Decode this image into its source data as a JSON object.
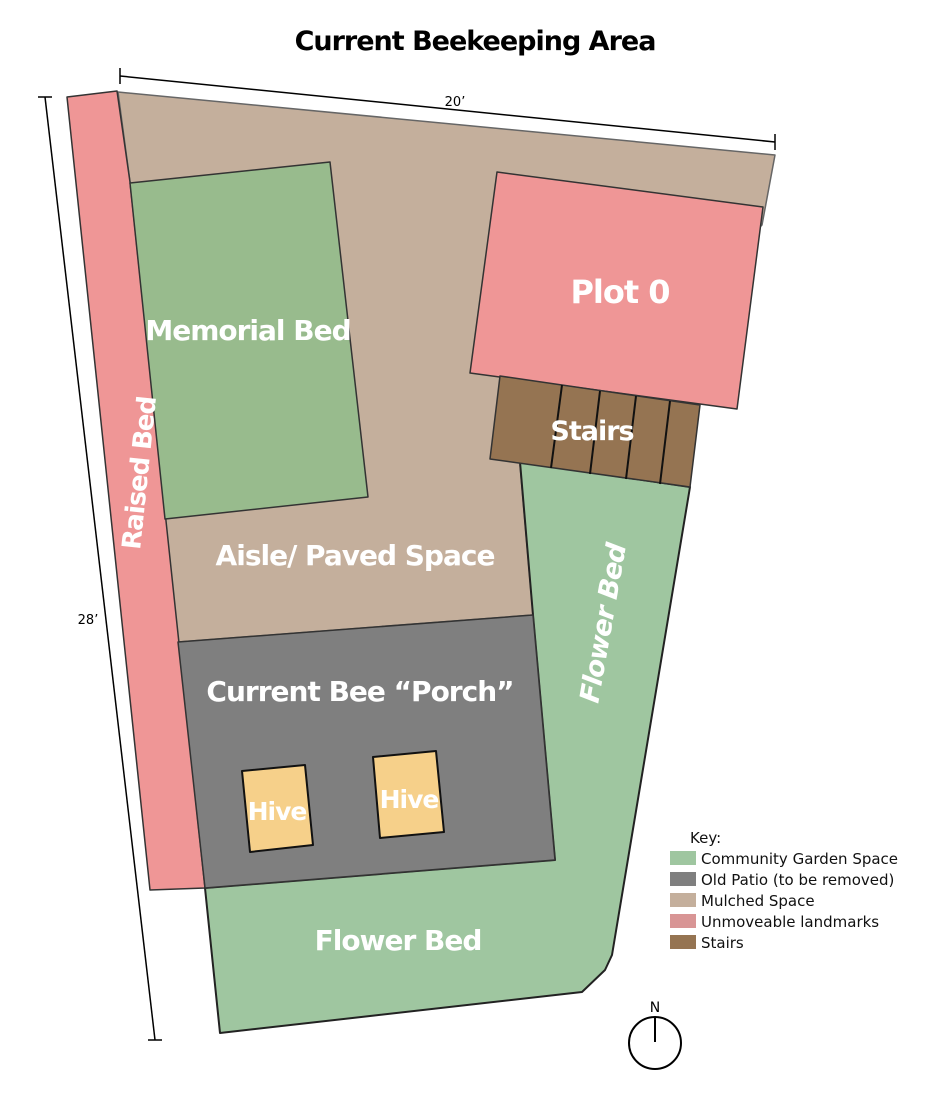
{
  "title": "Current Beekeeping Area",
  "dimensions": {
    "width": "20’",
    "length": "28’"
  },
  "labels": {
    "raised_bed": "Raised Bed",
    "memorial_bed": "Memorial Bed",
    "plot0": "Plot 0",
    "stairs": "Stairs",
    "aisle": "Aisle/ Paved Space",
    "porch": "Current Bee “Porch”",
    "hive1": "Hive",
    "hive2": "Hive",
    "flower_bed_right": "Flower Bed",
    "flower_bed_bottom": "Flower Bed"
  },
  "key": {
    "title": "Key:",
    "items": [
      {
        "label": "Community Garden Space",
        "color": "#9fc6a0"
      },
      {
        "label": "Old Patio (to be removed)",
        "color": "#7f7f7f"
      },
      {
        "label": "Mulched Space",
        "color": "#c4af9c"
      },
      {
        "label": "Unmoveable landmarks",
        "color": "#ef9696"
      },
      {
        "label": "Stairs",
        "color": "#957452"
      }
    ]
  },
  "compass": {
    "north": "N"
  }
}
